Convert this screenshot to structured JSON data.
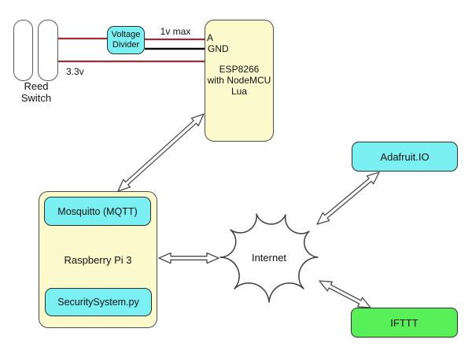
{
  "reed_switch": {
    "label_line1": "Reed",
    "label_line2": "Switch"
  },
  "voltage_divider": {
    "line1": "Voltage",
    "line2": "Divider"
  },
  "wire_labels": {
    "one_v_max": "1v max",
    "three_v3": "3.3v",
    "pin_a": "A",
    "pin_gnd": "GND"
  },
  "esp8266": {
    "line1": "ESP8266",
    "line2": "with NodeMCU",
    "line3": "Lua"
  },
  "raspberry_pi": {
    "title": "Raspberry Pi 3",
    "mosquitto": "Mosquitto (MQTT)",
    "security_script": "SecuritySystem.py"
  },
  "internet": {
    "label": "Internet"
  },
  "adafruit": {
    "label": "Adafruit.IO"
  },
  "ifttt": {
    "label": "IFTTT"
  },
  "colors": {
    "cyan": "#7bf0f2",
    "yellow": "#fcfacd",
    "green": "#58ef58",
    "wire_red": "#9f2b35",
    "wire_black": "#0a0a0a"
  }
}
